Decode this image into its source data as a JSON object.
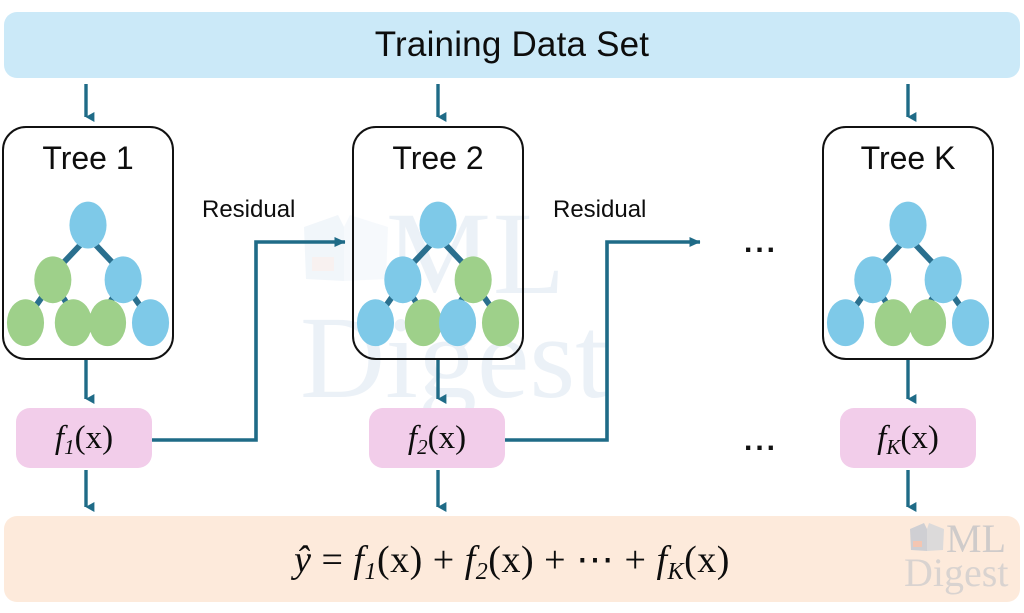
{
  "header": {
    "title": "Training Data Set",
    "bg_color": "#cbe9f8"
  },
  "palette": {
    "node_blue": "#7ec9e8",
    "node_green": "#9ed08a",
    "edge_teal": "#1f6b87",
    "box_border": "#111111",
    "fbox_pink": "#f2cdea",
    "band_peach": "#fdeadb"
  },
  "trees": [
    {
      "title": "Tree 1",
      "nodes": {
        "root": "blue",
        "left": "green",
        "right": "blue",
        "leaves": [
          "green",
          "green",
          "green",
          "blue"
        ]
      }
    },
    {
      "title": "Tree 2",
      "nodes": {
        "root": "blue",
        "left": "blue",
        "right": "green",
        "leaves": [
          "blue",
          "green",
          "blue",
          "green"
        ]
      }
    },
    {
      "title": "Tree K",
      "nodes": {
        "root": "blue",
        "left": "blue",
        "right": "blue",
        "leaves": [
          "blue",
          "green",
          "green",
          "blue"
        ]
      }
    }
  ],
  "functions": [
    {
      "base": "f",
      "sub": "1",
      "arg": "(x)"
    },
    {
      "base": "f",
      "sub": "2",
      "arg": "(x)"
    },
    {
      "base": "f",
      "sub": "K",
      "arg": "(x)"
    }
  ],
  "residual_labels": [
    "Residual",
    "Residual"
  ],
  "ellipses": {
    "tree_row": "...",
    "function_row": "..."
  },
  "result": {
    "lhs": "ŷ",
    "eq": "=",
    "terms": [
      {
        "base": "f",
        "sub": "1",
        "arg": "(x)"
      },
      {
        "base": "f",
        "sub": "2",
        "arg": "(x)"
      },
      {
        "base": "f",
        "sub": "K",
        "arg": "(x)"
      }
    ],
    "plus": "+",
    "cdots": "⋯"
  },
  "watermark": {
    "center_ml": "ML",
    "center_digest": "Digest",
    "logo_ml": "ML",
    "logo_digest": "Digest"
  }
}
